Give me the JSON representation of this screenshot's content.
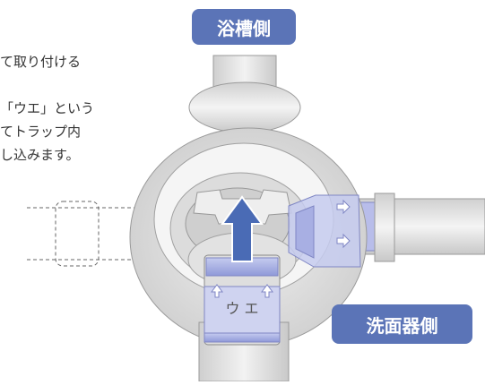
{
  "labels": {
    "top_badge": "浴槽側",
    "right_badge": "洗面器側",
    "part_marking": "ウ エ"
  },
  "instructions": [
    "て取り付ける",
    "「ウエ」という",
    "てトラップ内",
    "し込みます。"
  ],
  "colors": {
    "badge": "#5b74b7",
    "arrow": "#4a6bb5",
    "pipe_fill": "#e6e6e6",
    "highlight_blue": "#8f99d8"
  },
  "icons": {
    "main_arrow": "up-arrow-icon",
    "small_arrows": "small-outline-arrow-icon"
  }
}
